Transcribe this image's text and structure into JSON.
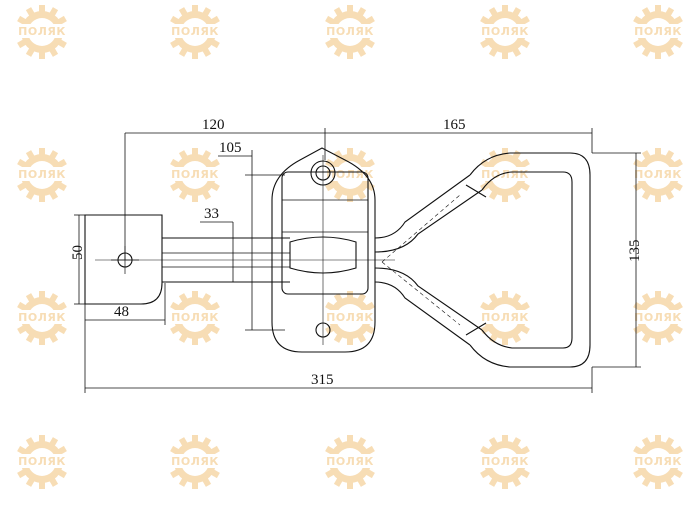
{
  "drawing": {
    "dimensions": {
      "d120": "120",
      "d165": "165",
      "d105": "105",
      "d33": "33",
      "d50": "50",
      "d48": "48",
      "d315": "315",
      "d135": "135"
    }
  },
  "watermark": {
    "brand_text": "ПОЛЯК",
    "icon": "gear-logo-icon",
    "color": "#f2c27a"
  }
}
